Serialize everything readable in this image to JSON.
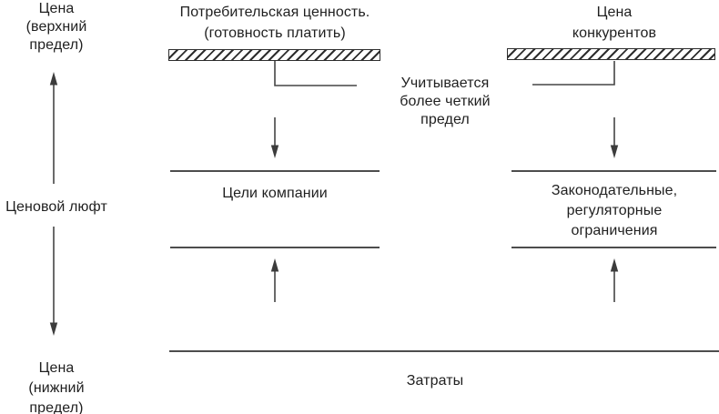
{
  "diagram": {
    "left_axis": {
      "upper_label": "Цена\n(верхний\nпредел)",
      "gap_label": "Ценовой люфт",
      "lower_label": "Цена\n(нижний\nпредел)"
    },
    "upper_bounds": {
      "consumer_value_label": "Потребительская ценность.\n(готовность платить)",
      "competitor_price_label": "Цена\nконкурентов",
      "note_label": "Учитывается\nболее четкий\nпредел"
    },
    "middle_factors": {
      "company_goals_label": "Цели компании",
      "regulatory_label": "Законодательные,\nрегуляторные\nограничения"
    },
    "lower_bound": {
      "costs_label": "Затраты"
    },
    "colors": {
      "text": "#1f1f1f",
      "line": "#454545",
      "background": "#ffffff"
    }
  }
}
